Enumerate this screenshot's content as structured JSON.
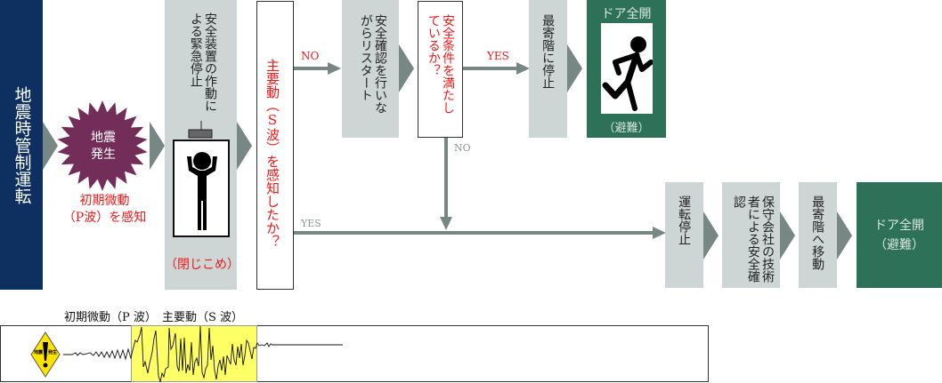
{
  "title_box": "地震時管制運転",
  "quake": {
    "label_line1": "地震",
    "label_line2": "発生",
    "caption_line1": "初期微動",
    "caption_line2": "（P波）を感知"
  },
  "emergency_stop": {
    "text": "安全装置の作動による緊急停止",
    "caption": "（閉じこめ）"
  },
  "decision_s_wave": "主要動（S波）を感知したか？",
  "restart": "安全確認を行いながらリスタート",
  "decision_safety": "安全条件を満たしているか？",
  "labels": {
    "no1": "NO",
    "yes1": "YES",
    "no2": "NO",
    "yes2": "YES"
  },
  "nearest_stop": "最寄階に停止",
  "door_open_top": {
    "title": "ドア全開",
    "caption": "（避難）"
  },
  "op_stop": "運転停止",
  "tech_check": "保守会社の技術者による安全確認",
  "move_nearest": "最寄階へ移動",
  "door_open_bottom": {
    "title": "ドア全開",
    "caption": "（避難）"
  },
  "wave": {
    "p_label": "初期微動（P 波）",
    "s_label": "主要動（S 波）",
    "icon_text_left": "地震",
    "icon_text_right": "発生"
  },
  "colors": {
    "navy": "#0d3060",
    "star": "#722d58",
    "panel": "#cdd6d5",
    "green": "#2e7159",
    "arrow": "#778783",
    "red": "#f01818",
    "highlight": "#ffff66"
  }
}
